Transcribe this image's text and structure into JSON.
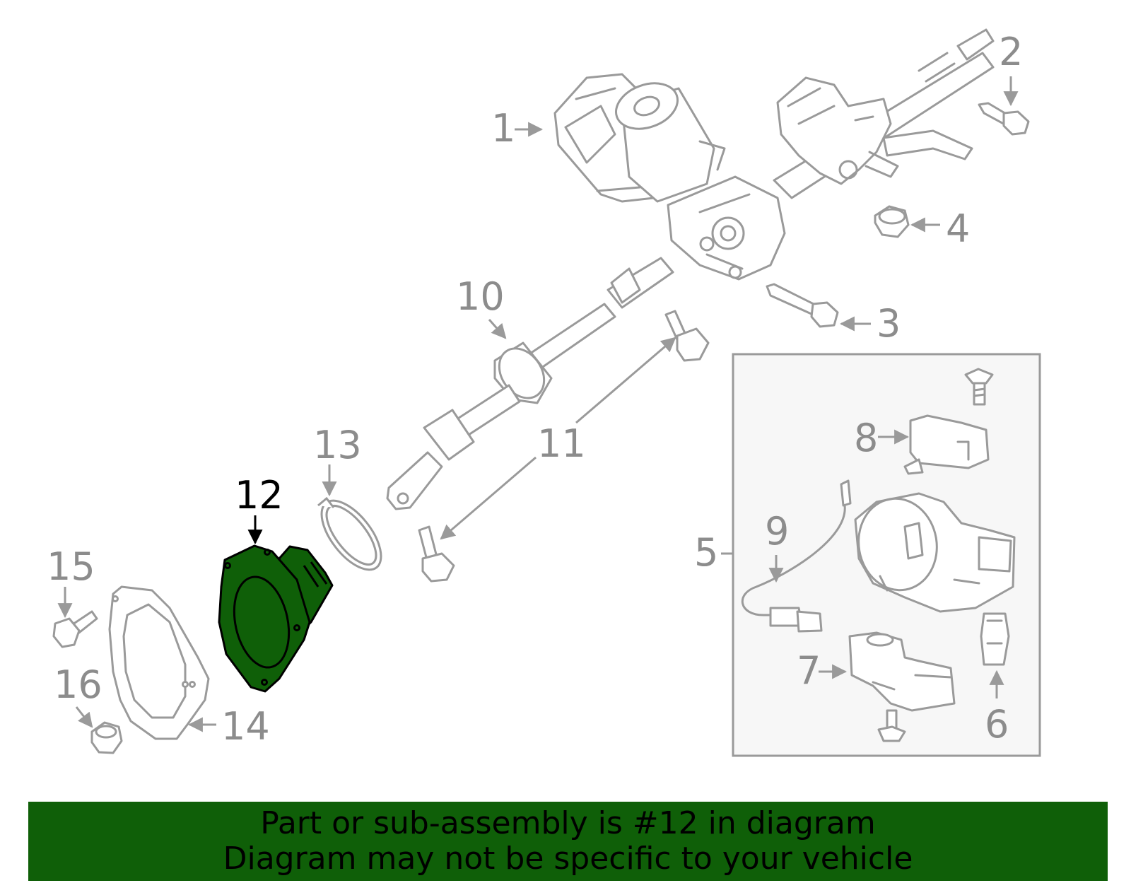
{
  "diagram": {
    "callouts": {
      "c1": "1",
      "c2": "2",
      "c3": "3",
      "c4": "4",
      "c5": "5",
      "c6": "6",
      "c7": "7",
      "c8": "8",
      "c9": "9",
      "c10": "10",
      "c11": "11",
      "c12": "12",
      "c13": "13",
      "c14": "14",
      "c15": "15",
      "c16": "16"
    },
    "highlighted_part": "12"
  },
  "footer": {
    "line1": "Part or sub-assembly is #12 in diagram",
    "line2": "Diagram may not be specific to your vehicle"
  },
  "colors": {
    "outline": "#9a9a9a",
    "label": "#8c8c8c",
    "highlight_fill": "#0f5f08",
    "highlight_stroke": "#000000",
    "footer_bg": "#0f5f08",
    "inset_bg": "#f7f7f7"
  }
}
